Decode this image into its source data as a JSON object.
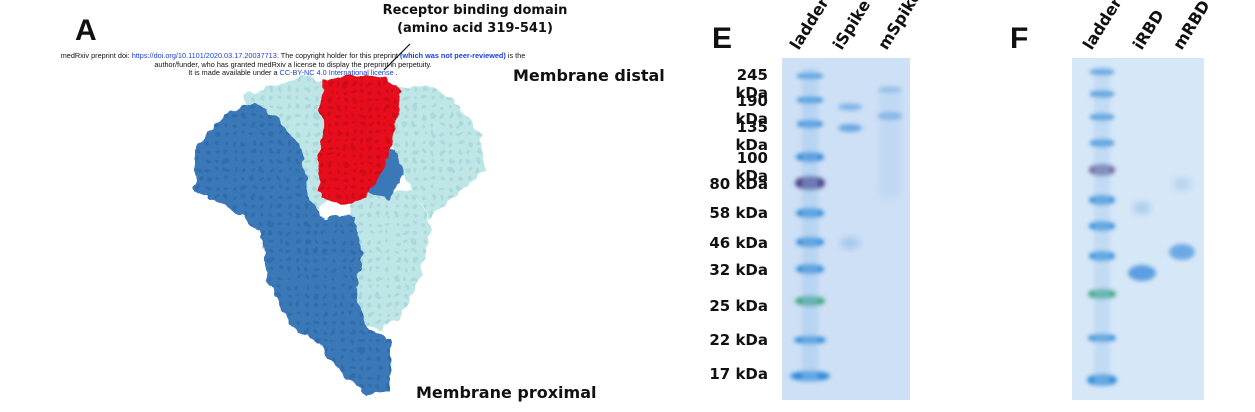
{
  "panel_a": {
    "letter": "A",
    "rbd_title": "Receptor binding domain",
    "rbd_range": "(amino acid 319-541)",
    "distal": "Membrane distal",
    "proximal": "Membrane proximal",
    "colors": {
      "dark_chain": "#3a78b8",
      "light_chain": "#bfe6e6",
      "rbd": "#e8101c"
    }
  },
  "preprint": {
    "p1": "medRxiv preprint doi: ",
    "doi": "https://doi.org/10.1101/2020.03.17.20037713",
    "p2": ". The copyright holder for this preprint ",
    "peer": "(which was not peer-reviewed)",
    "p3": " is the",
    "line2": "author/funder, who has granted medRxiv a license to display the preprint in perpetuity.",
    "p4": "It is made available under a ",
    "license": "CC-BY-NC 4.0 International license",
    "p5": " ."
  },
  "panel_e": {
    "letter": "E",
    "lanes": [
      "ladder",
      "iSpike",
      "mSpike"
    ],
    "markers": [
      "245 kDa",
      "190 kDa",
      "135 kDa",
      "100 kDa",
      "80 kDa",
      "58 kDa",
      "46 kDa",
      "32 kDa",
      "25 kDa",
      "22 kDa",
      "17 kDa"
    ]
  },
  "panel_f": {
    "letter": "F",
    "lanes": [
      "ladder",
      "iRBD",
      "mRBD"
    ]
  }
}
